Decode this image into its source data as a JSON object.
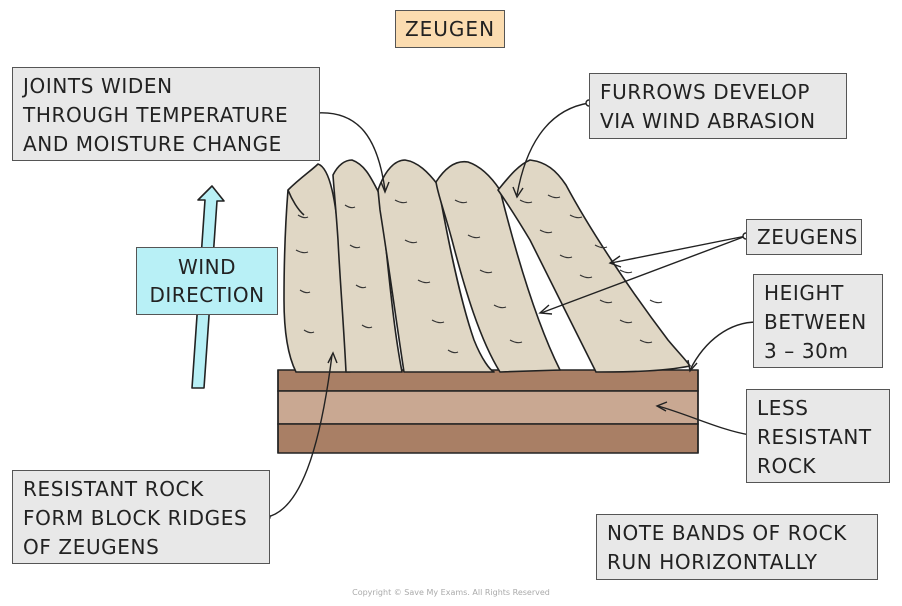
{
  "title": "ZEUGEN",
  "wind_direction": {
    "line1": "WIND",
    "line2": "DIRECTION"
  },
  "labels": {
    "joints": [
      "JOINTS WIDEN",
      "THROUGH TEMPERATURE",
      "AND MOISTURE CHANGE"
    ],
    "furrows": [
      "FURROWS DEVELOP",
      "VIA WIND ABRASION"
    ],
    "zeugens": [
      "ZEUGENS"
    ],
    "height": [
      "HEIGHT",
      "BETWEEN",
      "3 – 30m"
    ],
    "less_resistant": [
      "LESS",
      "RESISTANT",
      "ROCK"
    ],
    "resistant": [
      "RESISTANT ROCK",
      "FORM BLOCK RIDGES",
      "OF ZEUGENS"
    ],
    "note": [
      "NOTE BANDS OF ROCK",
      "RUN HORIZONTALLY"
    ]
  },
  "copyright": "Copyright © Save My Exams. All Rights Reserved",
  "colors": {
    "ridge": "#e0d7c5",
    "rock_dark": "#a97f65",
    "rock_light": "#c9a892",
    "label_bg": "#e8e8e8",
    "title_bg": "#fbdcb0",
    "wind_bg": "#b8f0f6"
  }
}
